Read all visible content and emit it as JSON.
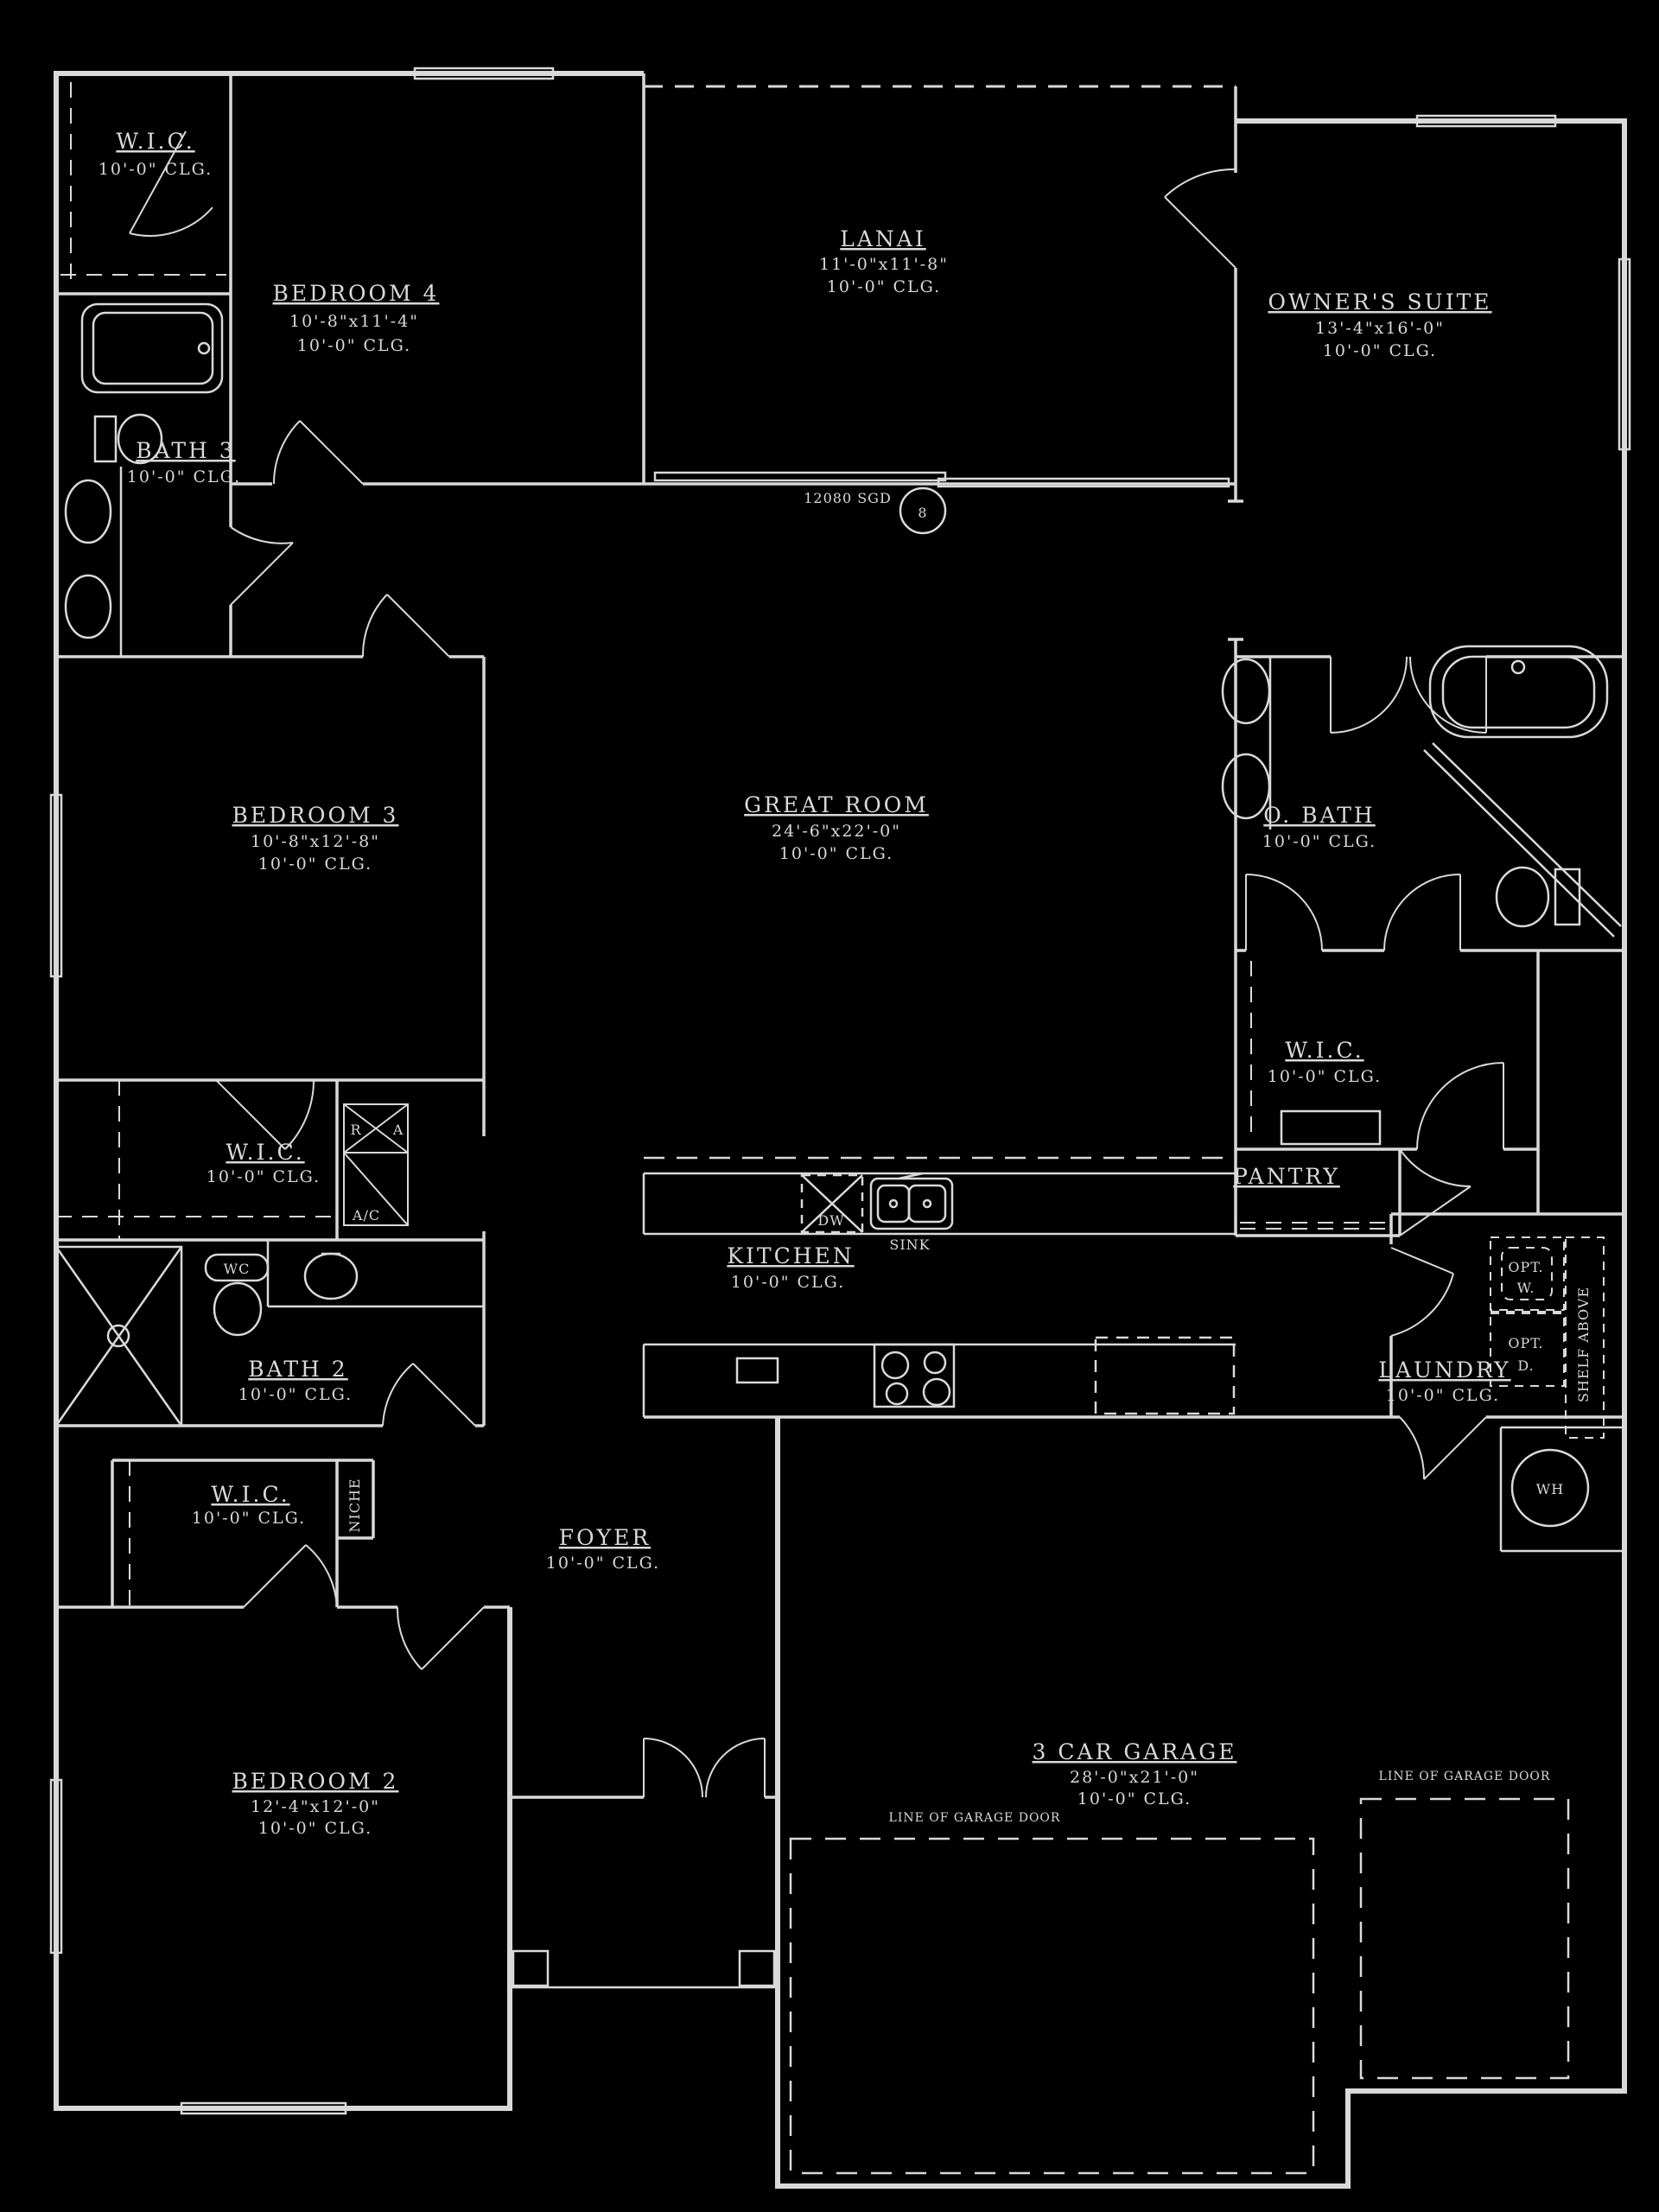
{
  "plan": {
    "bg_color": "#000000",
    "line_color": "#d9d9d9",
    "rooms": {
      "wic_top": {
        "name": "W.I.C.",
        "clg": "10'-0\" CLG."
      },
      "bath3": {
        "name": "BATH 3",
        "clg": "10'-0\" CLG."
      },
      "bedroom4": {
        "name": "BEDROOM 4",
        "dims": "10'-8\"x11'-4\"",
        "clg": "10'-0\" CLG."
      },
      "lanai": {
        "name": "LANAI",
        "dims": "11'-0\"x11'-8\"",
        "clg": "10'-0\" CLG."
      },
      "owners_suite": {
        "name": "OWNER'S SUITE",
        "dims": "13'-4\"x16'-0\"",
        "clg": "10'-0\" CLG."
      },
      "great_room": {
        "name": "GREAT ROOM",
        "dims": "24'-6\"x22'-0\"",
        "clg": "10'-0\" CLG."
      },
      "bedroom3": {
        "name": "BEDROOM 3",
        "dims": "10'-8\"x12'-8\"",
        "clg": "10'-0\" CLG."
      },
      "o_bath": {
        "name": "O. BATH",
        "clg": "10'-0\" CLG."
      },
      "wic_owner": {
        "name": "W.I.C.",
        "clg": "10'-0\" CLG."
      },
      "pantry": {
        "name": "PANTRY"
      },
      "kitchen": {
        "name": "KITCHEN",
        "clg": "10'-0\" CLG."
      },
      "wic_bed3": {
        "name": "W.I.C.",
        "clg": "10'-0\" CLG."
      },
      "bath2": {
        "name": "BATH 2",
        "clg": "10'-0\" CLG."
      },
      "wic_bed2": {
        "name": "W.I.C.",
        "clg": "10'-0\" CLG."
      },
      "foyer": {
        "name": "FOYER",
        "clg": "10'-0\" CLG."
      },
      "bedroom2": {
        "name": "BEDROOM 2",
        "dims": "12'-4\"x12'-0\"",
        "clg": "10'-0\" CLG."
      },
      "laundry": {
        "name": "LAUNDRY",
        "clg": "10'-0\" CLG."
      },
      "garage": {
        "name": "3 CAR GARAGE",
        "dims": "28'-0\"x21'-0\"",
        "clg": "10'-0\" CLG."
      }
    },
    "labels": {
      "sgd": "12080 SGD",
      "sgd_tag": "8",
      "sink": "SINK",
      "dw": "DW",
      "wc": "WC",
      "r": "R",
      "a": "A",
      "ac": "A/C",
      "opt_w_1": "OPT.",
      "opt_w_2": "W.",
      "opt_d_1": "OPT.",
      "opt_d_2": "D.",
      "shelf_above": "SHELF ABOVE",
      "niche": "NICHE",
      "wh": "WH",
      "garage_door_left": "LINE OF GARAGE DOOR",
      "garage_door_right": "LINE OF GARAGE DOOR"
    }
  }
}
